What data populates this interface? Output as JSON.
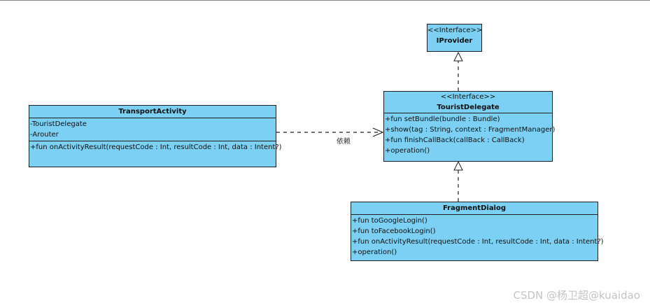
{
  "iprovider": {
    "stereotype": "<<Interface>>",
    "name": "IProvider"
  },
  "tourist_delegate": {
    "stereotype": "<<Interface>>",
    "name": "TouristDelegate",
    "operations": [
      "+fun setBundle(bundle : Bundle)",
      "+show(tag : String, context : FragmentManager)",
      "+fun finishCallBack(callBack : CallBack)",
      "+operation()"
    ]
  },
  "transport_activity": {
    "name": "TransportActivity",
    "attributes": [
      "-TouristDelegate",
      "-Arouter"
    ],
    "operations": [
      "+fun onActivityResult(requestCode : Int, resultCode : Int, data : Intent?)"
    ]
  },
  "fragment_dialog": {
    "name": "FragmentDialog",
    "operations": [
      "+fun toGoogleLogin()",
      "+fun toFacebookLogin()",
      "+fun onActivityResult(requestCode : Int, resultCode : Int, data : Intent?)",
      "+operation()"
    ]
  },
  "dependency_label": "依赖",
  "watermark": "CSDN @杨卫超@kuaidao",
  "colors": {
    "class_fill": "#7bd0f4",
    "border": "#1f1f1f",
    "edge": "#222222"
  }
}
